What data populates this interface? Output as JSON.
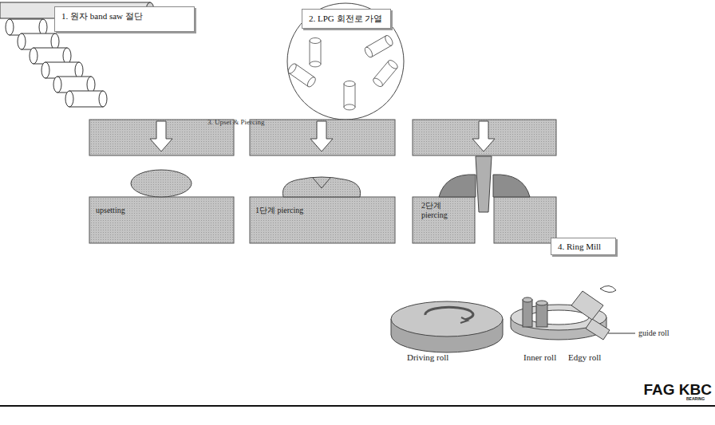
{
  "diagram": {
    "nodes": [
      {
        "text": [
          "1. 원자 band saw 절단"
        ]
      },
      {
        "text": [
          "2. LPG 회전로 가열"
        ]
      },
      {
        "text": [
          "4. Ring Mill"
        ]
      }
    ],
    "labels": [
      "3. Upset & Piercing",
      "upsetting",
      "1단계 piercing",
      "2단계 piercing",
      "guide roll",
      "Driving roll",
      "Inner roll",
      "Edgy roll",
      "FAG KBC",
      "BEARING"
    ]
  }
}
